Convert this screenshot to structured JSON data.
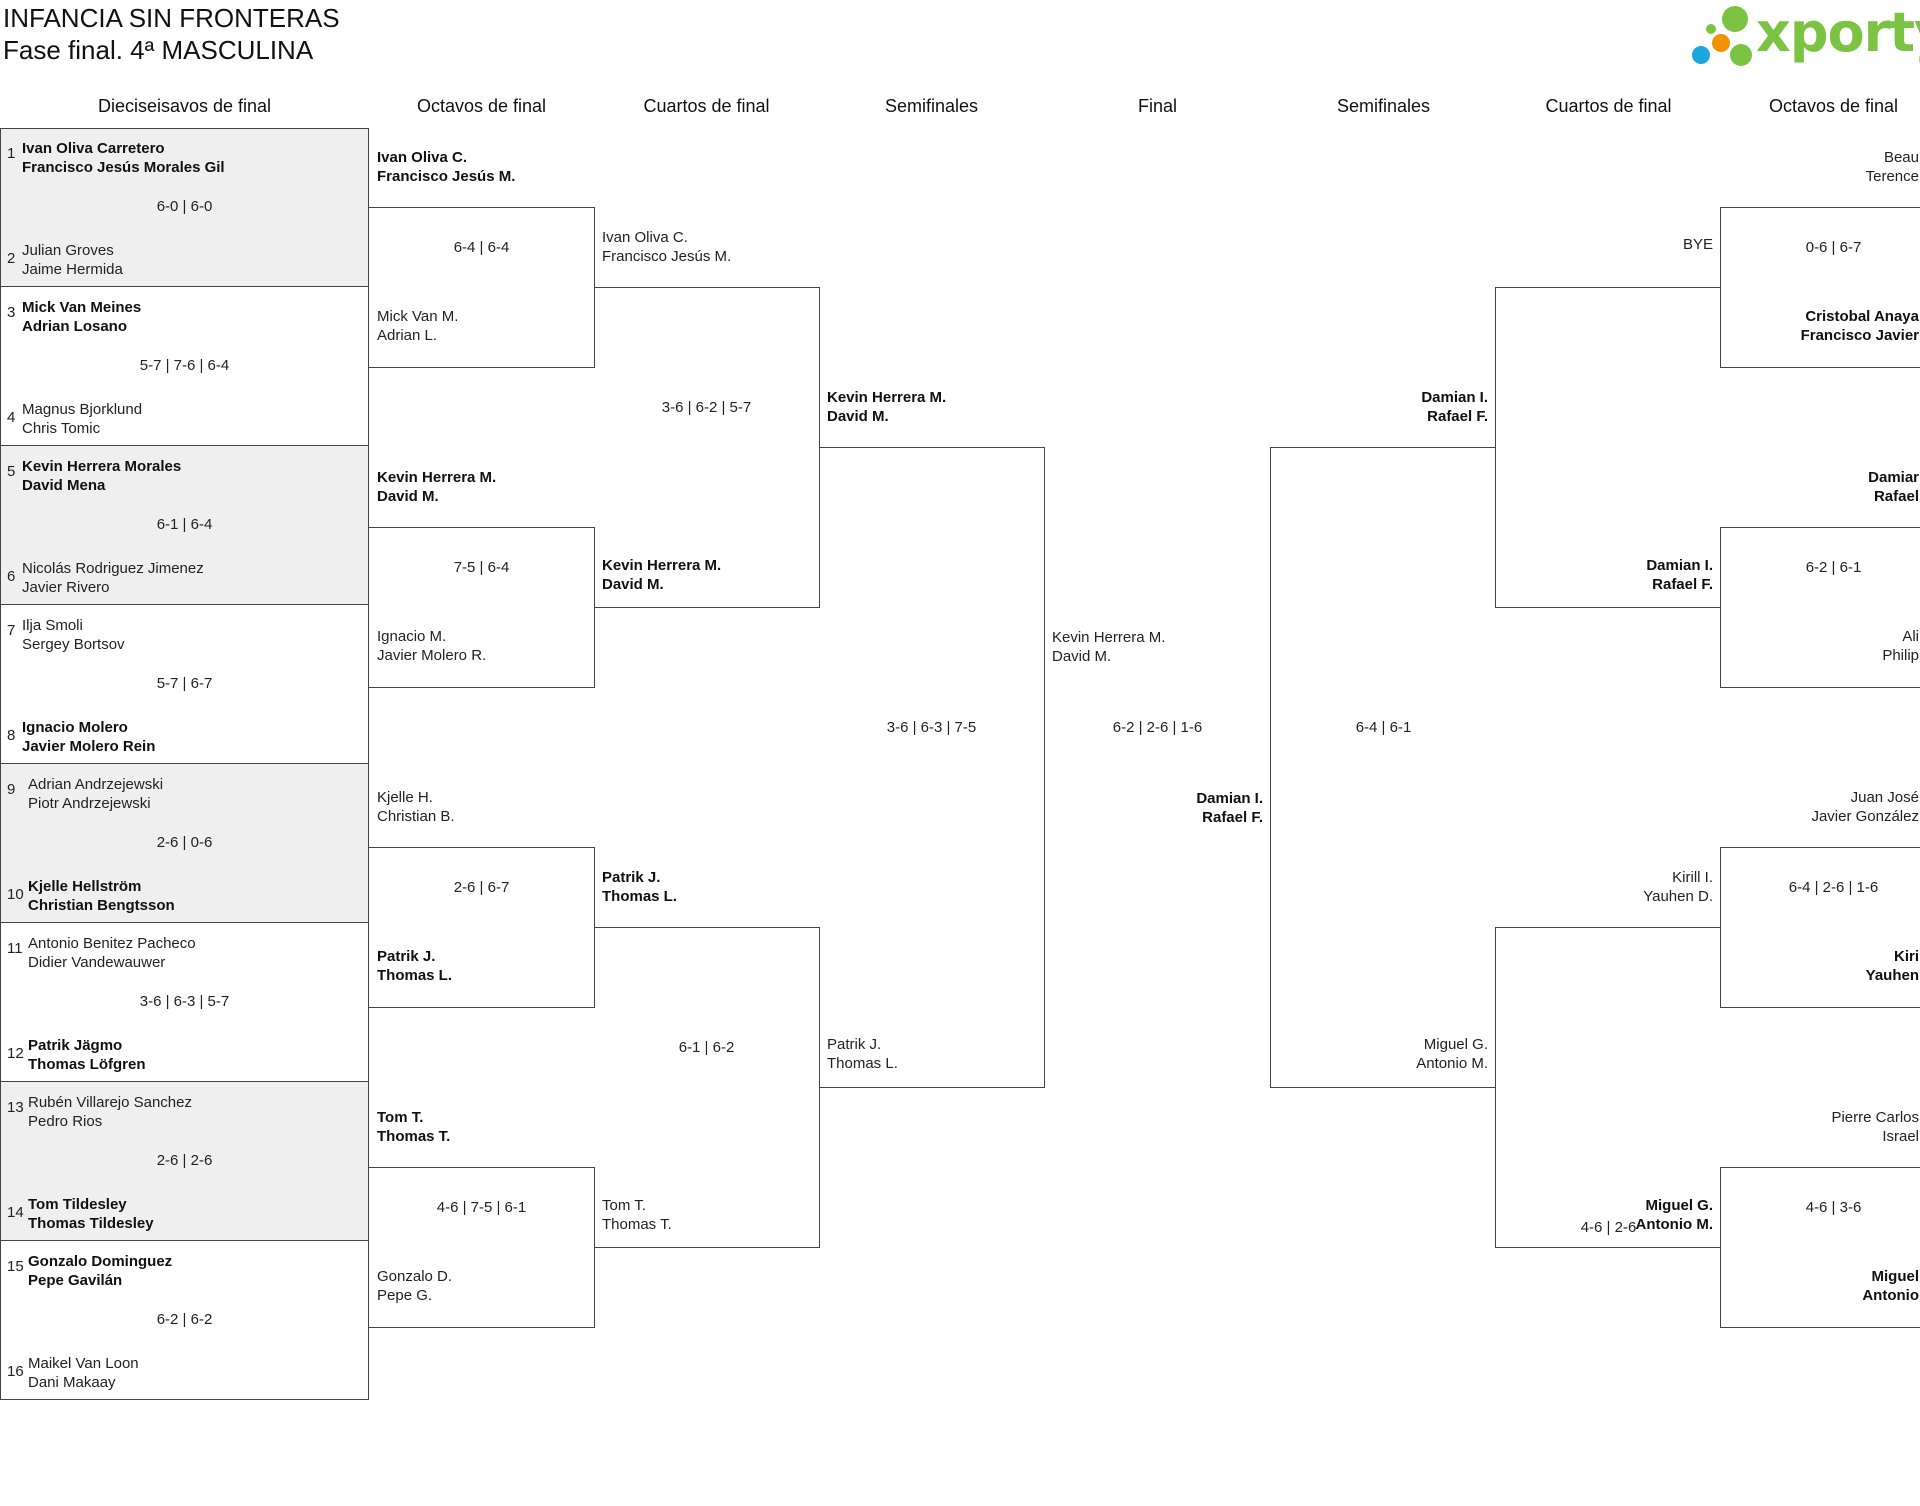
{
  "header": {
    "title": "INFANCIA SIN FRONTERAS",
    "subtitle": "Fase final. 4ª MASCULINA",
    "logo_text": "xporty",
    "logo_colors": [
      "#7cc243",
      "#f39200",
      "#1ea5dd",
      "#7cc243",
      "#7cc243"
    ]
  },
  "columns": {
    "r32": "Dieciseisavos de final",
    "r16_left": "Octavos de final",
    "qf_left": "Cuartos de final",
    "sf_left": "Semifinales",
    "final": "Final",
    "sf_right": "Semifinales",
    "qf_right": "Cuartos de final",
    "r16_right": "Octavos de final"
  },
  "r32": [
    {
      "seed_a": "1",
      "a1": "Ivan Oliva Carretero",
      "a2": "Francisco Jesús Morales Gil",
      "score": "6-0 | 6-0",
      "seed_b": "2",
      "b1": "Julian Groves",
      "b2": "Jaime Hermida",
      "winner": "a"
    },
    {
      "seed_a": "3",
      "a1": "Mick Van Meines",
      "a2": "Adrian Losano",
      "score": "5-7 | 7-6 | 6-4",
      "seed_b": "4",
      "b1": "Magnus Bjorklund",
      "b2": "Chris Tomic",
      "winner": "a"
    },
    {
      "seed_a": "5",
      "a1": "Kevin Herrera Morales",
      "a2": "David Mena",
      "score": "6-1 | 6-4",
      "seed_b": "6",
      "b1": "Nicolás Rodriguez Jimenez",
      "b2": "Javier Rivero",
      "winner": "a"
    },
    {
      "seed_a": "7",
      "a1": "Ilja Smoli",
      "a2": "Sergey Bortsov",
      "score": "5-7 | 6-7",
      "seed_b": "8",
      "b1": "Ignacio Molero",
      "b2": "Javier Molero Rein",
      "winner": "b"
    },
    {
      "seed_a": "9",
      "a1": "Adrian Andrzejewski",
      "a2": "Piotr Andrzejewski",
      "score": "2-6 | 0-6",
      "seed_b": "10",
      "b1": "Kjelle Hellström",
      "b2": "Christian Bengtsson",
      "winner": "b"
    },
    {
      "seed_a": "11",
      "a1": "Antonio Benitez Pacheco",
      "a2": "Didier Vandewauwer",
      "score": "3-6 | 6-3 | 5-7",
      "seed_b": "12",
      "b1": "Patrik Jägmo",
      "b2": "Thomas Löfgren",
      "winner": "b"
    },
    {
      "seed_a": "13",
      "a1": "Rubén Villarejo Sanchez",
      "a2": "Pedro Rios",
      "score": "2-6 | 2-6",
      "seed_b": "14",
      "b1": "Tom Tildesley",
      "b2": "Thomas Tildesley",
      "winner": "b"
    },
    {
      "seed_a": "15",
      "a1": "Gonzalo Dominguez",
      "a2": "Pepe Gavilán",
      "score": "6-2 | 6-2",
      "seed_b": "16",
      "b1": "Maikel Van Loon",
      "b2": "Dani Makaay",
      "winner": "a"
    }
  ],
  "r16_left": [
    {
      "a1": "Ivan Oliva C.",
      "a2": "Francisco Jesús M.",
      "score": "6-4 | 6-4",
      "b1": "Mick Van M.",
      "b2": "Adrian L.",
      "winner": "a"
    },
    {
      "a1": "Kevin Herrera M.",
      "a2": "David M.",
      "score": "7-5 | 6-4",
      "b1": "Ignacio M.",
      "b2": "Javier Molero R.",
      "winner": "a"
    },
    {
      "a1": "Kjelle H.",
      "a2": "Christian B.",
      "score": "2-6 | 6-7",
      "b1": "Patrik J.",
      "b2": "Thomas L.",
      "winner": "b"
    },
    {
      "a1": "Tom T.",
      "a2": "Thomas T.",
      "score": "4-6 | 7-5 | 6-1",
      "b1": "Gonzalo D.",
      "b2": "Pepe G.",
      "winner": "a"
    }
  ],
  "qf_left": [
    {
      "a1": "Ivan Oliva C.",
      "a2": "Francisco Jesús M.",
      "score": "3-6 | 6-2 | 5-7",
      "b1": "Kevin Herrera M.",
      "b2": "David M.",
      "winner": "b"
    },
    {
      "a1": "Patrik J.",
      "a2": "Thomas L.",
      "score": "6-1 | 6-2",
      "b1": "Tom T.",
      "b2": "Thomas T.",
      "winner": "a"
    }
  ],
  "sf_left": {
    "a1": "Kevin Herrera M.",
    "a2": "David M.",
    "score": "3-6 | 6-3 | 7-5",
    "b1": "Patrik J.",
    "b2": "Thomas L.",
    "winner": "a"
  },
  "final": {
    "a1": "Kevin Herrera M.",
    "a2": "David M.",
    "score": "6-2 | 2-6 | 1-6",
    "b1": "Damian I.",
    "b2": "Rafael F.",
    "winner": "b"
  },
  "sf_right": {
    "a1": "Damian I.",
    "a2": "Rafael F.",
    "score": "6-4 | 6-1",
    "b1": "Miguel G.",
    "b2": "Antonio M.",
    "winner": "a"
  },
  "qf_right": [
    {
      "a1": "BYE",
      "a2": "",
      "score": "",
      "b1": "Damian I.",
      "b2": "Rafael F.",
      "winner": "b"
    },
    {
      "a1": "Kirill I.",
      "a2": "Yauhen D.",
      "score": "4-6 | 2-6",
      "b1": "Miguel G.",
      "b2": "Antonio M.",
      "winner": "b"
    }
  ],
  "r16_right": [
    {
      "a1": "Beau",
      "a2": "Terence",
      "score": "0-6 | 6-7",
      "b1": "Cristobal Anaya",
      "b2": "Francisco Javier",
      "winner": "b"
    },
    {
      "a1": "Damiar",
      "a2": "Rafael",
      "score": "6-2 | 6-1",
      "b1": "Ali",
      "b2": "Philip",
      "winner": "a"
    },
    {
      "a1": "Juan José",
      "a2": "Javier González",
      "score": "6-4 | 2-6 | 1-6",
      "b1": "Kiri",
      "b2": "Yauhen",
      "winner": "b"
    },
    {
      "a1": "Pierre Carlos",
      "a2": "Israel",
      "score": "4-6 | 3-6",
      "b1": "Miguel",
      "b2": "Antonio",
      "winner": "b"
    }
  ]
}
